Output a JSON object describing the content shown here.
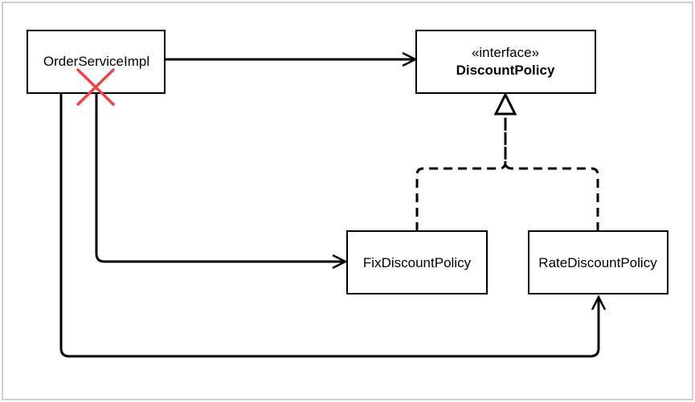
{
  "diagram": {
    "order_service_impl": {
      "label": "OrderServiceImpl"
    },
    "discount_policy": {
      "stereotype": "«interface»",
      "label": "DiscountPolicy"
    },
    "fix_discount_policy": {
      "label": "FixDiscountPolicy"
    },
    "rate_discount_policy": {
      "label": "RateDiscountPolicy"
    }
  },
  "colors": {
    "line": "#000000",
    "cross": "#ee4444",
    "frame": "#cfcfcf"
  },
  "icons": {
    "blocked_dependency": "red-x-cross-icon"
  }
}
